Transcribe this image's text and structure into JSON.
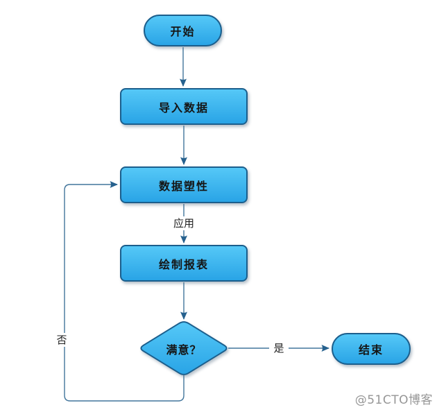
{
  "diagram": {
    "title": "flowchart",
    "nodes": {
      "start": {
        "label": "开始",
        "shape": "stadium"
      },
      "import": {
        "label": "导入数据",
        "shape": "rect"
      },
      "shape": {
        "label": "数据塑性",
        "shape": "rect"
      },
      "draw": {
        "label": "绘制报表",
        "shape": "rect"
      },
      "decision": {
        "label": "满意？",
        "shape": "diamond"
      },
      "end": {
        "label": "结束",
        "shape": "stadium"
      }
    },
    "edge_labels": {
      "apply": "应用",
      "yes": "是",
      "no": "否"
    },
    "colors": {
      "node_fill_top": "#55C8F7",
      "node_fill_bottom": "#29A4E6",
      "node_border": "#1B5E8C",
      "node_text": "#151515",
      "connector": "#41759B",
      "arrowhead": "#26618E"
    }
  },
  "watermark": {
    "text": "@51CTO博客"
  }
}
